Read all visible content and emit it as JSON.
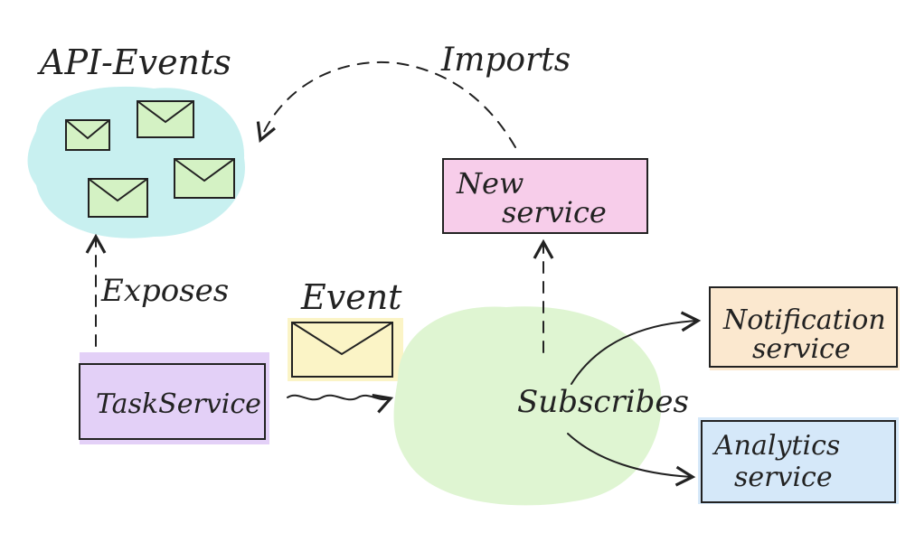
{
  "labels": {
    "api_events": "API-Events",
    "imports": "Imports",
    "exposes": "Exposes",
    "event": "Event",
    "subscribes": "Subscribes"
  },
  "services": {
    "new_service": {
      "line1": "New",
      "line2": "service"
    },
    "task_service": "TaskService",
    "notification_service": {
      "line1": "Notification",
      "line2": "service"
    },
    "analytics_service": {
      "line1": "Analytics",
      "line2": "service"
    }
  },
  "colors": {
    "api_blob": "#c8f0f0",
    "envelope_green": "#d4f2c4",
    "new_service": "#f7cdea",
    "task_service": "#e3d0f7",
    "event_envelope": "#fbf4c6",
    "broker_blob": "#dff5d2",
    "notification_service": "#fbe8cf",
    "analytics_service": "#d5e8f9",
    "ink": "#222222"
  },
  "icons": {
    "envelope": "envelope-icon"
  }
}
